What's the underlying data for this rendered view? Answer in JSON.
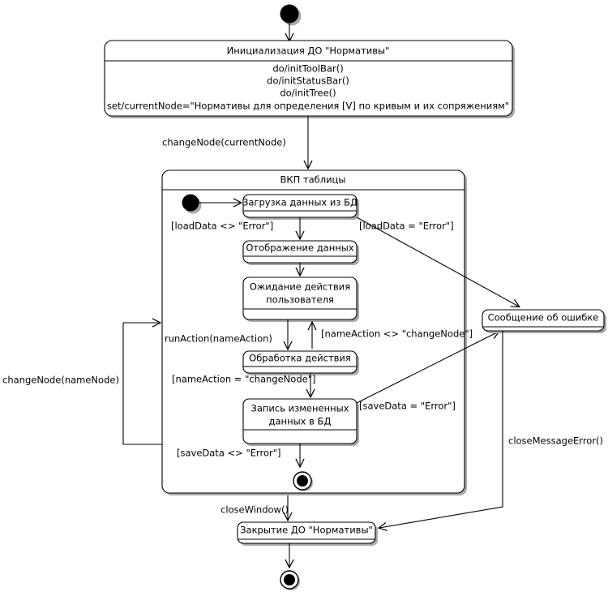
{
  "diagram": {
    "type": "uml-state-machine",
    "title": "",
    "nodes": {
      "start": {
        "kind": "initial-state",
        "label": ""
      },
      "init_state": {
        "kind": "state",
        "name": "Инициализация ДО \"Нормативы\"",
        "actions": [
          "do/initToolBar()",
          "do/initStatusBar()",
          "do/initTree()",
          "set/currentNode=\"Нормативы для определения [V] по кривым и их сопряжениям\""
        ]
      },
      "composite": {
        "kind": "composite-state",
        "name": "ВКП таблицы"
      },
      "inner_start": {
        "kind": "initial-state",
        "label": ""
      },
      "load_data": {
        "kind": "state",
        "name": "Загрузка данных из БД"
      },
      "show_data": {
        "kind": "state",
        "name": "Отображение данных"
      },
      "wait_action": {
        "kind": "state",
        "name": "Ожидание действия пользователя"
      },
      "process_action": {
        "kind": "state",
        "name": "Обработка действия"
      },
      "save_data": {
        "kind": "state",
        "name": "Запись измененных данных в БД"
      },
      "inner_final": {
        "kind": "final-state",
        "label": ""
      },
      "error_message": {
        "kind": "state",
        "name": "Сообщение об ошибке"
      },
      "close_state": {
        "kind": "state",
        "name": "Закрытие ДО \"Нормативы\""
      },
      "final": {
        "kind": "final-state",
        "label": ""
      }
    },
    "transitions": [
      {
        "id": "t_start_init",
        "from": "start",
        "to": "init_state",
        "label": ""
      },
      {
        "id": "t_init_composite",
        "from": "init_state",
        "to": "composite",
        "label": "changeNode(currentNode)"
      },
      {
        "id": "t_innerstart_load",
        "from": "inner_start",
        "to": "load_data",
        "label": ""
      },
      {
        "id": "t_load_show",
        "from": "load_data",
        "to": "show_data",
        "label": "[loadData <> \"Error\"]"
      },
      {
        "id": "t_load_error",
        "from": "load_data",
        "to": "error_message",
        "label": "[loadData = \"Error\"]"
      },
      {
        "id": "t_show_wait",
        "from": "show_data",
        "to": "wait_action",
        "label": ""
      },
      {
        "id": "t_wait_process",
        "from": "wait_action",
        "to": "process_action",
        "label": "runAction(nameAction)"
      },
      {
        "id": "t_process_wait",
        "from": "process_action",
        "to": "wait_action",
        "label": "[nameAction <> \"changeNode\"]"
      },
      {
        "id": "t_process_save",
        "from": "process_action",
        "to": "save_data",
        "label": "[nameAction = \"changeNode\"]"
      },
      {
        "id": "t_save_error",
        "from": "save_data",
        "to": "error_message",
        "label": "[saveData = \"Error\"]"
      },
      {
        "id": "t_save_final",
        "from": "save_data",
        "to": "inner_final",
        "label": "[saveData <> \"Error\"]"
      },
      {
        "id": "t_loop_changenode",
        "from": "composite",
        "to": "composite",
        "label": "changeNode(nameNode)"
      },
      {
        "id": "t_composite_close",
        "from": "composite",
        "to": "close_state",
        "label": "closeWindow()"
      },
      {
        "id": "t_error_close",
        "from": "error_message",
        "to": "close_state",
        "label": "closeMessageError()"
      },
      {
        "id": "t_close_final",
        "from": "close_state",
        "to": "final",
        "label": ""
      }
    ],
    "labels": {
      "init_title": "Инициализация ДО \"Нормативы\"",
      "init_action1": "do/initToolBar()",
      "init_action2": "do/initStatusBar()",
      "init_action3": "do/initTree()",
      "init_action4": "set/currentNode=\"Нормативы для определения [V] по кривым и их сопряжениям\"",
      "change_node_current": "changeNode(currentNode)",
      "composite_title": "ВКП таблицы",
      "load_data": "Загрузка данных из БД",
      "guard_load_ok": "[loadData <> \"Error\"]",
      "guard_load_err": "[loadData = \"Error\"]",
      "show_data": "Отображение данных",
      "wait_action_l1": "Ожидание действия",
      "wait_action_l2": "пользователя",
      "run_action": "runAction(nameAction)",
      "guard_name_ne": "[nameAction <> \"changeNode\"]",
      "process_action": "Обработка действия",
      "guard_name_eq": "[nameAction = \"changeNode\"]",
      "save_data_l1": "Запись измененных",
      "save_data_l2": "данных в БД",
      "guard_save_err": "[saveData = \"Error\"]",
      "guard_save_ok": "[saveData <> \"Error\"]",
      "change_node_name": "changeNode(nameNode)",
      "error_message": "Сообщение об ошибке",
      "close_message_error": "closeMessageError()",
      "close_window": "closeWindow()",
      "close_state": "Закрытие ДО \"Нормативы\""
    },
    "colors": {
      "background": "#ffffff",
      "stroke": "#000000",
      "shadow": "#a9a9a9",
      "fill": "#ffffff"
    }
  }
}
